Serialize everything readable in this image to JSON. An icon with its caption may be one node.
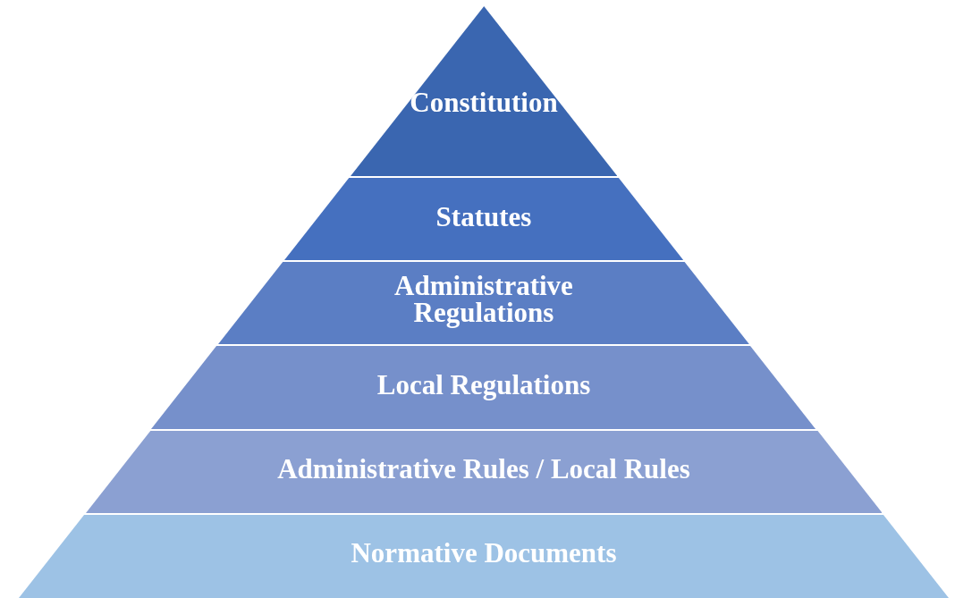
{
  "diagram": {
    "nodes": [
      {
        "text": [
          "Constitution"
        ]
      },
      {
        "text": [
          "Statutes"
        ]
      },
      {
        "text": [
          "Administrative Regulations"
        ]
      },
      {
        "text": [
          "Local Regulations"
        ]
      },
      {
        "text": [
          "Administrative Rules / Local Rules"
        ]
      },
      {
        "text": [
          "Normative Documents"
        ]
      }
    ]
  }
}
